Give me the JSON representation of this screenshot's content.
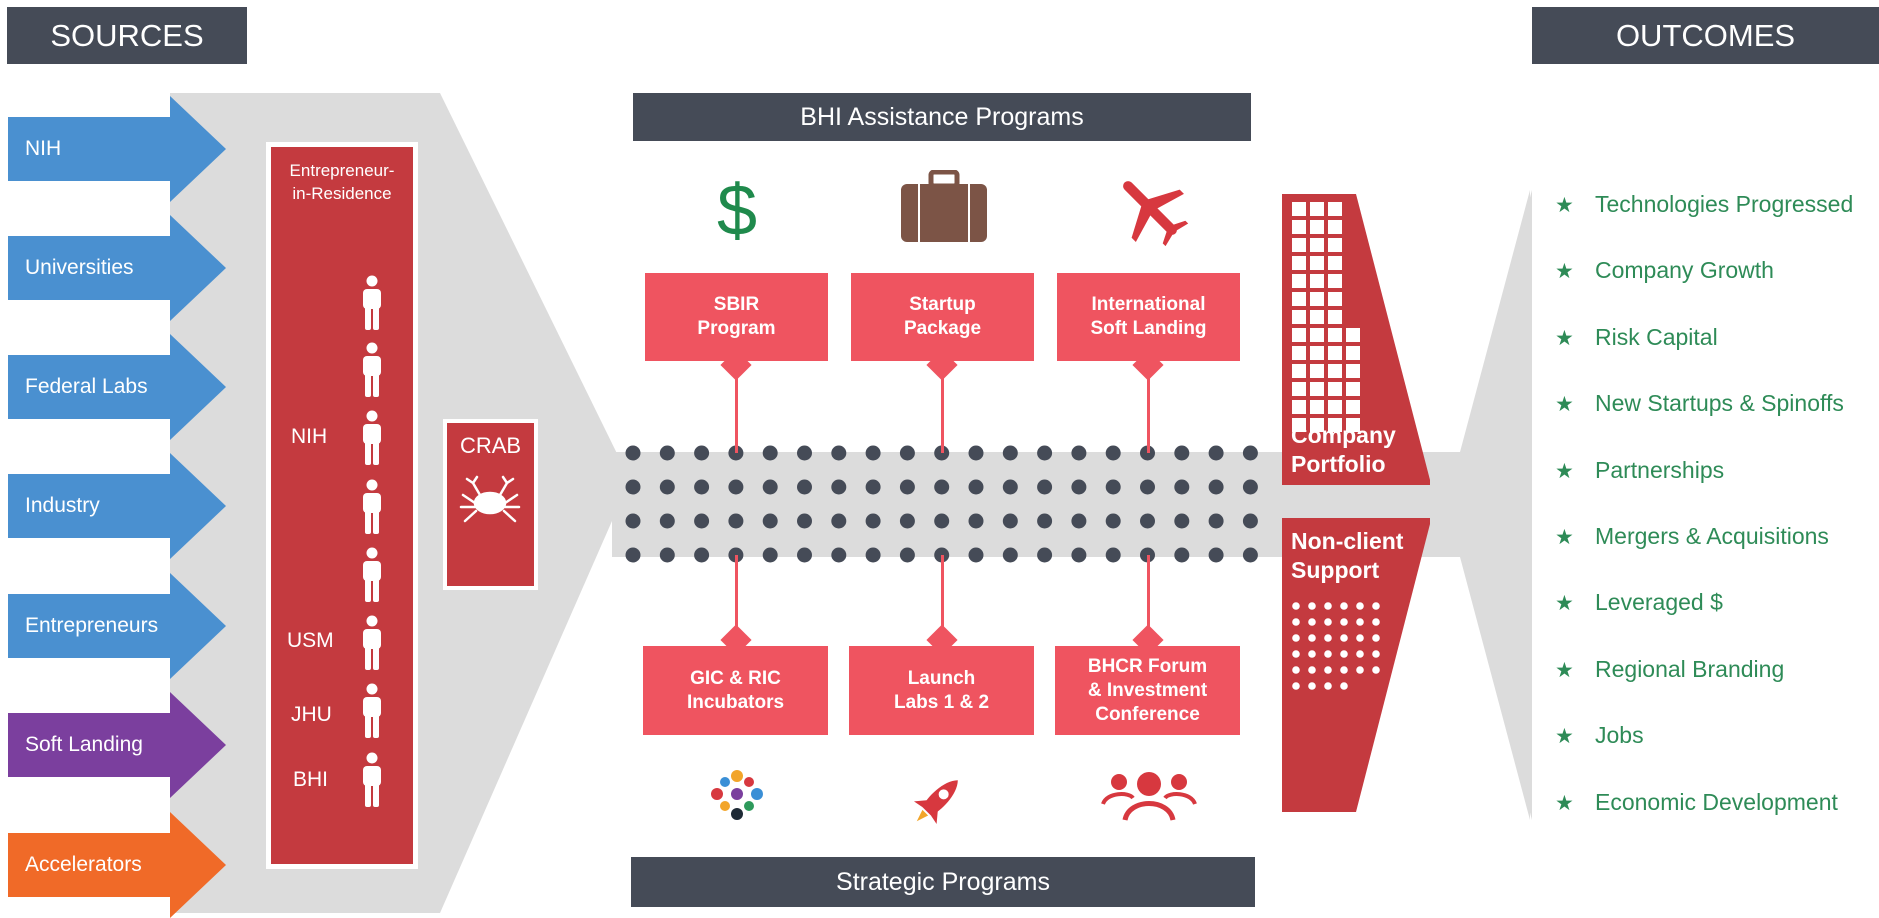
{
  "headers": {
    "sources": "SOURCES",
    "outcomes": "OUTCOMES",
    "assistance": "BHI Assistance Programs",
    "strategic": "Strategic Programs"
  },
  "sources": [
    {
      "label": "NIH",
      "color": "#4a90d0"
    },
    {
      "label": "Universities",
      "color": "#4a90d0"
    },
    {
      "label": "Federal Labs",
      "color": "#4a90d0"
    },
    {
      "label": "Industry",
      "color": "#4a90d0"
    },
    {
      "label": "Entrepreneurs",
      "color": "#4a90d0"
    },
    {
      "label": "Soft Landing",
      "color": "#7b3f9e"
    },
    {
      "label": "Accelerators",
      "color": "#f06a28"
    }
  ],
  "eir": {
    "title": "Entrepreneur-\nin-Residence",
    "labels": {
      "nih": "NIH",
      "usm": "USM",
      "jhu": "JHU",
      "bhi": "BHI"
    }
  },
  "crab": {
    "label": "CRAB",
    "icon": "crab-icon"
  },
  "assistance_programs": [
    {
      "label": "SBIR\nProgram",
      "icon": "dollar-icon"
    },
    {
      "label": "Startup\nPackage",
      "icon": "briefcase-icon"
    },
    {
      "label": "International\nSoft Landing",
      "icon": "airplane-icon"
    }
  ],
  "strategic_programs": [
    {
      "label": "GIC & RIC\nIncubators",
      "icon": "puzzle-people-icon"
    },
    {
      "label": "Launch\nLabs 1 & 2",
      "icon": "rocket-icon"
    },
    {
      "label": "BHCR Forum\n& Investment\nConference",
      "icon": "group-icon"
    }
  ],
  "portfolio": {
    "company": "Company\nPortfolio",
    "nonclient": "Non-client\nSupport"
  },
  "outcomes": [
    "Technologies Progressed",
    "Company Growth",
    "Risk Capital",
    "New Startups & Spinoffs",
    "Partnerships",
    "Mergers & Acquisitions",
    "Leveraged $",
    "Regional Branding",
    "Jobs",
    "Economic Development"
  ],
  "colors": {
    "accent_red": "#ef5460",
    "dark_red": "#c43a3f",
    "header": "#454b57",
    "green": "#2e8b57",
    "funnel": "#dcdcdc"
  }
}
